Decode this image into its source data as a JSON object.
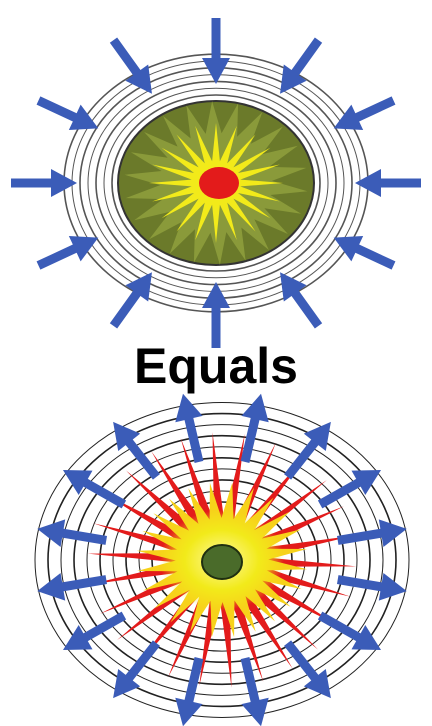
{
  "caption": "Equals",
  "colors": {
    "arrow": "#3b5cb8",
    "ring": "#444444",
    "implosion_core": "#e31b1b",
    "implosion_rays": "#f2ea1a",
    "implosion_body": "#6b7a2a",
    "explosion_rays": "#e31b1b",
    "explosion_glow": "#f2ea1a",
    "explosion_core": "#4a6b2a"
  },
  "diagrams": [
    {
      "name": "implosion",
      "arrow_direction": "inward",
      "arrow_count": 12
    },
    {
      "name": "explosion",
      "arrow_direction": "outward",
      "arrow_count": 16
    }
  ]
}
